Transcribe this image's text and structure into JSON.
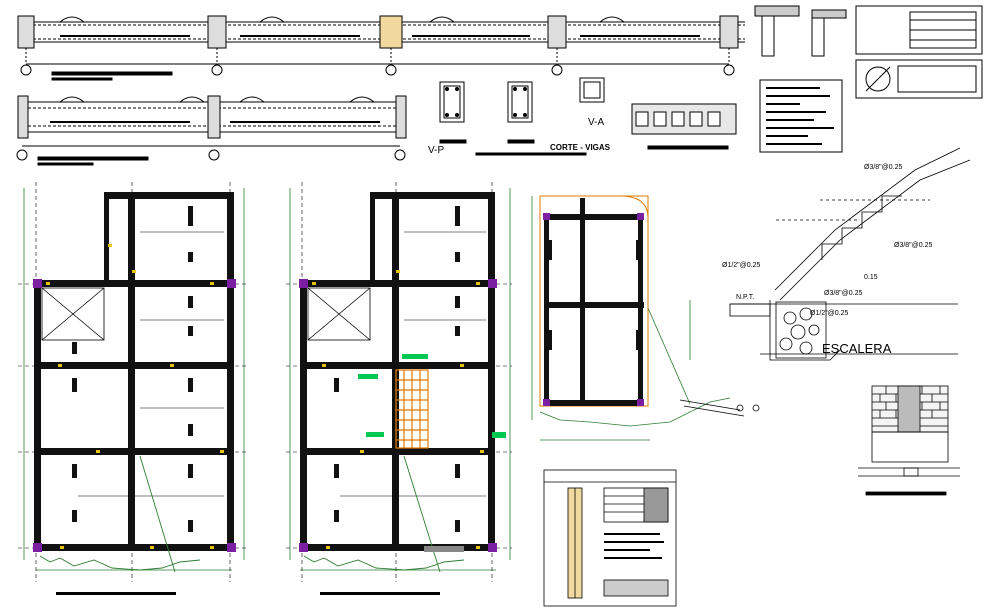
{
  "drawing": {
    "colors": {
      "ink": "#000000",
      "beam": "#111111",
      "dim": "#2e7d32",
      "axis": "#7b1fa2",
      "note": "#e6c200",
      "stair": "#e07b00",
      "flag": "#00c853"
    }
  },
  "labels": {
    "corte_vigas": "CORTE - VIGAS",
    "section_va": "V-A",
    "section_vp": "V-P",
    "escalera": "ESCALERA",
    "npt": "N.P.T.",
    "bar_top": "Ø3/8\"@0.25",
    "bar_mid": "Ø3/8\"@0.25",
    "bar_left": "Ø1/2\"@0.25",
    "bar_low": "Ø3/8\"@0.25",
    "bar_base": "Ø1/2\"@0.25",
    "thickness": "0.15"
  }
}
